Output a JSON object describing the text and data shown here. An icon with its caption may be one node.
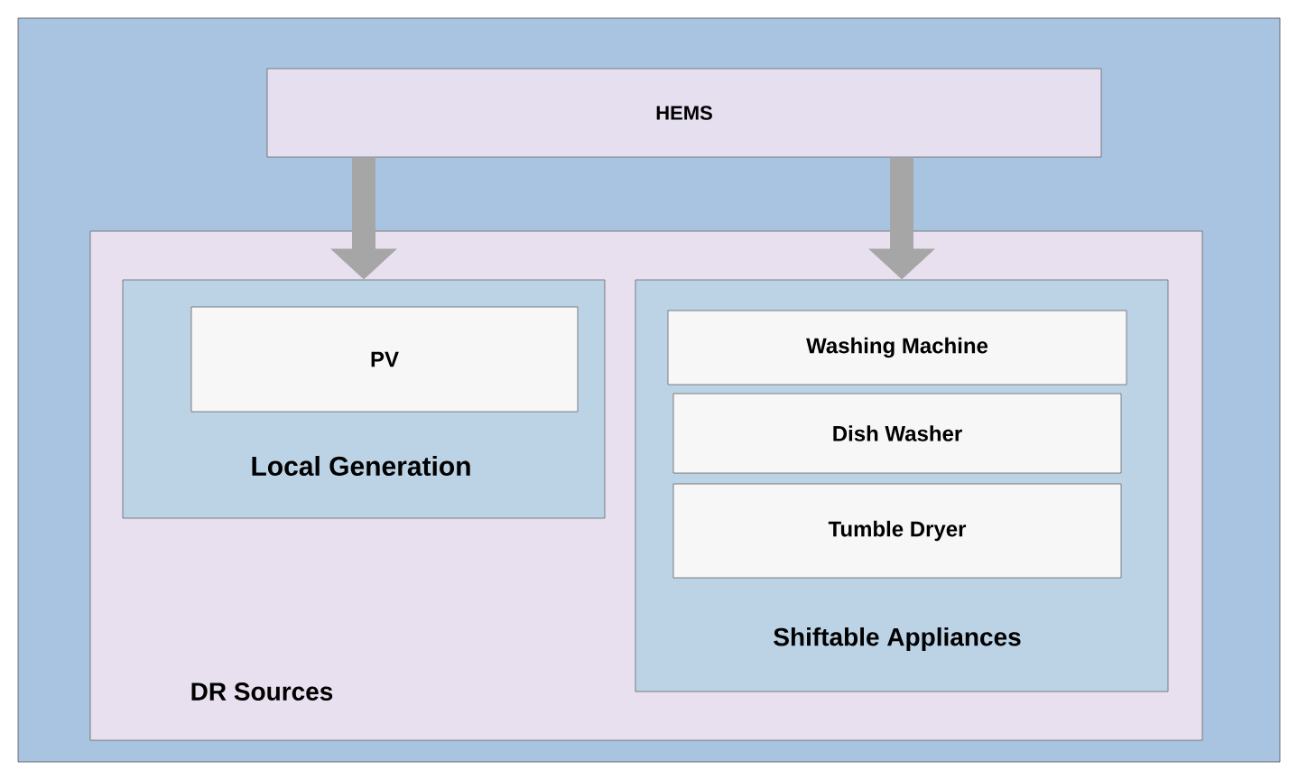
{
  "diagram": {
    "nodes": [
      {
        "text": [
          "HEMS"
        ]
      },
      {
        "text": [
          "DR Sources"
        ]
      },
      {
        "text": [
          "Local Generation"
        ],
        "in": 1
      },
      {
        "text": [
          "PV"
        ],
        "in": 2
      },
      {
        "text": [
          "Shiftable Appliances"
        ],
        "in": 1
      },
      {
        "text": [
          "Washing Machine"
        ],
        "in": 4
      },
      {
        "text": [
          "Dish Washer"
        ],
        "in": 4
      },
      {
        "text": [
          "Tumble Dryer"
        ],
        "in": 4
      }
    ],
    "edges": [
      {
        "from": 0,
        "to": 2,
        "arrow": "to"
      },
      {
        "from": 0,
        "to": 4,
        "arrow": "to"
      }
    ]
  }
}
